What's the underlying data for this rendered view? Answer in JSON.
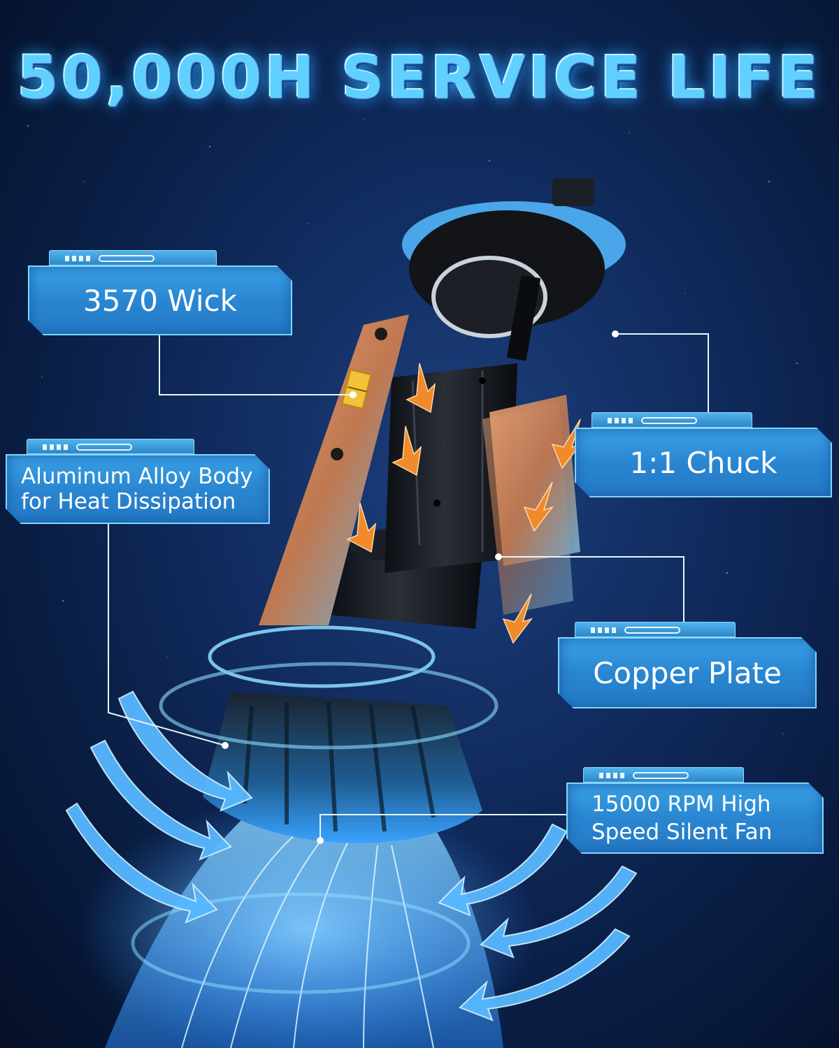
{
  "headline": "50,000H SERVICE LIFE",
  "callouts": [
    {
      "id": "wick",
      "text": "3570 Wick"
    },
    {
      "id": "aluminum",
      "line1": "Aluminum Alloy Body",
      "line2": "for Heat Dissipation"
    },
    {
      "id": "chuck",
      "text": "1:1 Chuck"
    },
    {
      "id": "copper",
      "text": "Copper Plate"
    },
    {
      "id": "fan",
      "line1": "15000 RPM High",
      "line2": "Speed Silent Fan"
    }
  ],
  "colors": {
    "background": "#0b1f4a",
    "headline": "#5fd0ff",
    "panel_fill": "#2f8fd8",
    "panel_border": "#7fd6ff",
    "panel_text": "#ffffff",
    "copper": "#c97a4a",
    "arrow_orange": "#f08a2a",
    "arrow_blue": "#58b8ff"
  },
  "illustration": {
    "subject": "exploded LED headlight bulb",
    "icons": [
      "led-chip-icon",
      "heat-arrow-icon",
      "airflow-arrow-icon"
    ]
  }
}
